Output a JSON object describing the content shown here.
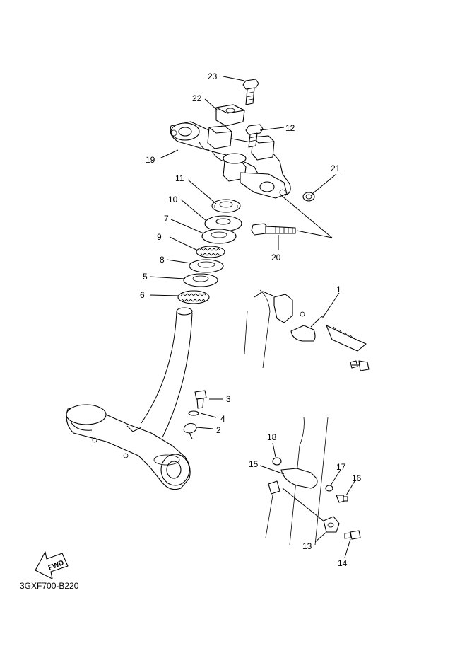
{
  "diagram": {
    "code": "3GXF700-B220",
    "fwd_label": "FWD",
    "callouts": [
      {
        "id": "c23",
        "label": "23"
      },
      {
        "id": "c22",
        "label": "22"
      },
      {
        "id": "c12",
        "label": "12"
      },
      {
        "id": "c19",
        "label": "19"
      },
      {
        "id": "c21",
        "label": "21"
      },
      {
        "id": "c11",
        "label": "11"
      },
      {
        "id": "c10",
        "label": "10"
      },
      {
        "id": "c7",
        "label": "7"
      },
      {
        "id": "c9",
        "label": "9"
      },
      {
        "id": "c20",
        "label": "20"
      },
      {
        "id": "c8",
        "label": "8"
      },
      {
        "id": "c5",
        "label": "5"
      },
      {
        "id": "c6",
        "label": "6"
      },
      {
        "id": "c1",
        "label": "1"
      },
      {
        "id": "c3",
        "label": "3"
      },
      {
        "id": "c4",
        "label": "4"
      },
      {
        "id": "c2",
        "label": "2"
      },
      {
        "id": "c18",
        "label": "18"
      },
      {
        "id": "c15",
        "label": "15"
      },
      {
        "id": "c17",
        "label": "17"
      },
      {
        "id": "c16",
        "label": "16"
      },
      {
        "id": "c13",
        "label": "13"
      },
      {
        "id": "c14",
        "label": "14"
      }
    ]
  }
}
